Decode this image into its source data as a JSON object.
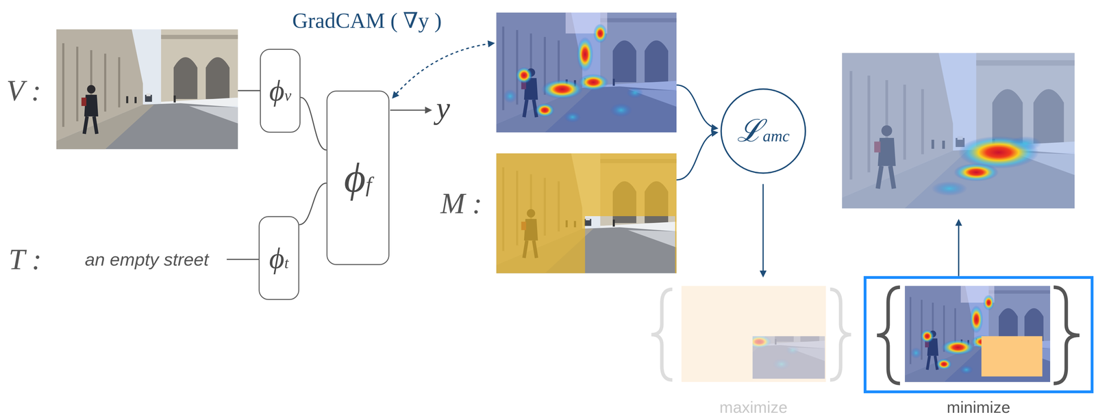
{
  "diagram": {
    "nodes": [
      {
        "text": [
          "ϕv"
        ]
      },
      {
        "text": [
          "ϕt"
        ]
      },
      {
        "text": [
          "ϕf"
        ]
      },
      {
        "text": [
          "ℒamc"
        ]
      }
    ],
    "edges": [
      {
        "from": 0,
        "to": 2,
        "arrow": "none"
      },
      {
        "from": 1,
        "to": 2,
        "arrow": "none"
      }
    ],
    "labels": [
      "V :",
      "T :",
      "an empty street",
      "GradCAM ( ∇y )",
      "y",
      "M :",
      "maximize",
      "minimize"
    ]
  }
}
